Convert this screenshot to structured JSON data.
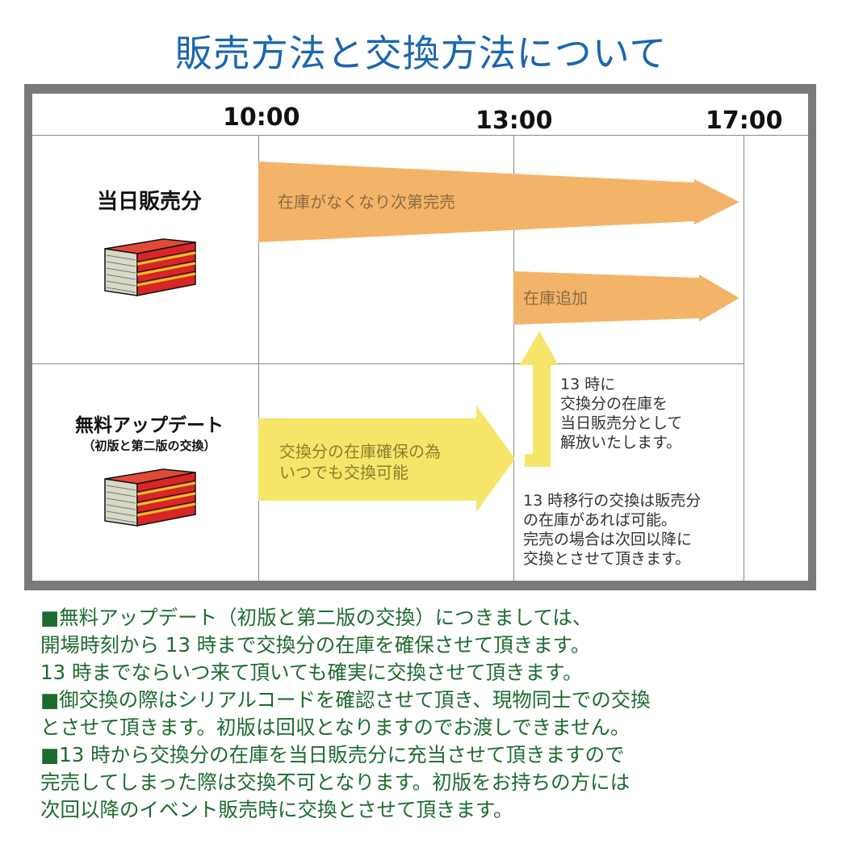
{
  "title": "販売方法と交換方法について",
  "timeline": {
    "times": [
      "10:00",
      "13:00",
      "17:00"
    ]
  },
  "rows": {
    "same_day": {
      "label": "当日販売分"
    },
    "free_update": {
      "label": "無料アップデート",
      "sublabel": "（初版と第二版の交換）"
    }
  },
  "arrows": {
    "sold_out": "在庫がなくなり次第完売",
    "stock_added": "在庫追加",
    "exchange_reserved_1": "交換分の在庫確保の為",
    "exchange_reserved_2": "いつでも交換可能"
  },
  "notes": {
    "release": [
      "13 時に",
      "交換分の在庫を",
      "当日販売分として",
      "解放いたします。"
    ],
    "after13": [
      "13 時移行の交換は販売分",
      "の在庫があれば可能。",
      "完売の場合は次回以降に",
      "交換とさせて頂きます。"
    ]
  },
  "colors": {
    "title": "#1a66b0",
    "orange_arrow": "#f3b469",
    "yellow_arrow": "#f5e66a",
    "book_red": "#d92525",
    "bottom_text": "#1d6b2e"
  },
  "bottom_notes": [
    [
      "■無料アップデート（初版と第二版の交換）につきましては、",
      "開場時刻から 13 時まで交換分の在庫を確保させて頂きます。",
      "13 時までならいつ来て頂いても確実に交換させて頂きます。"
    ],
    [
      "■御交換の際はシリアルコードを確認させて頂き、現物同士での交換",
      "とさせて頂きます。初版は回収となりますのでお渡しできません。"
    ],
    [
      "■13 時から交換分の在庫を当日販売分に充当させて頂きますので",
      "完売してしまった際は交換不可となります。初版をお持ちの方には",
      "次回以降のイベント販売時に交換とさせて頂きます。"
    ]
  ]
}
